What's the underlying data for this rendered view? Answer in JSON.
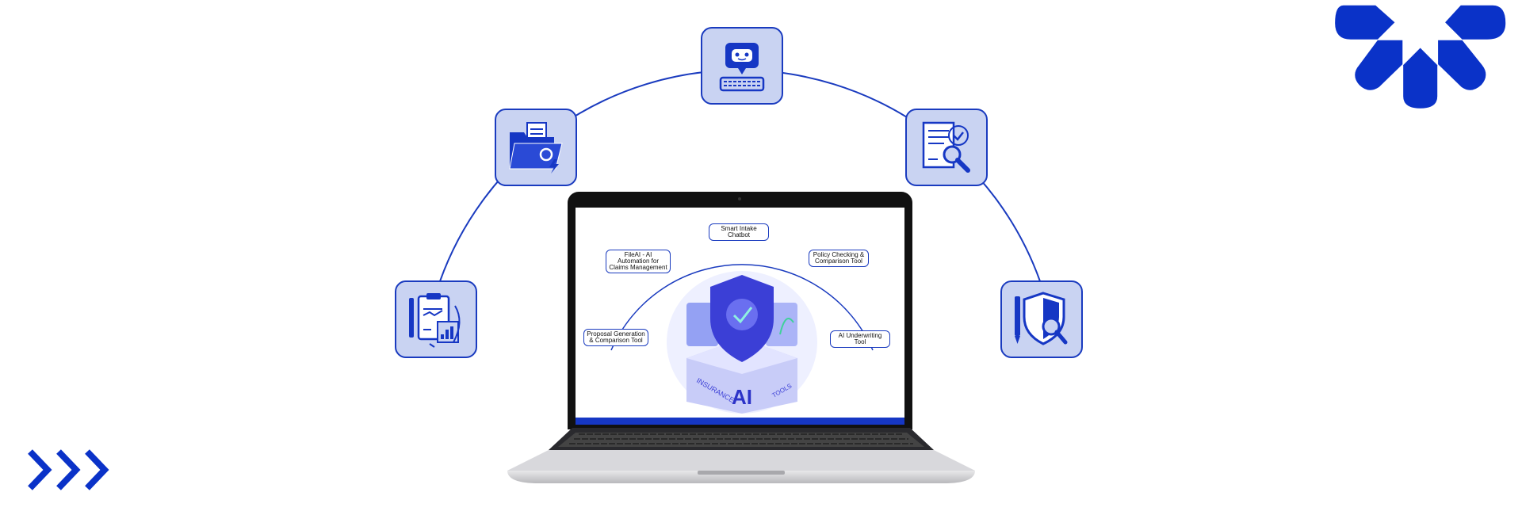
{
  "colors": {
    "brand": "#0a32c8",
    "tile_bg": "#c9d3f2",
    "tile_border": "#1a3bbf"
  },
  "icons": [
    {
      "name": "chatbot-icon"
    },
    {
      "name": "folder-automation-icon"
    },
    {
      "name": "policy-search-icon"
    },
    {
      "name": "proposal-clipboard-icon"
    },
    {
      "name": "underwriting-shield-icon"
    }
  ],
  "screen": {
    "labels": {
      "chatbot": "Smart Intake Chatbot",
      "fileai": "FileAI - AI Automation for Claims Management",
      "policy": "Policy Checking & Comparison Tool",
      "proposal": "Proposal Generation & Comparison Tool",
      "underwriting": "AI Underwriting Tool"
    },
    "hero": {
      "left_text": "INSURANCE",
      "center_text": "AI",
      "right_text": "TOOLS"
    }
  }
}
